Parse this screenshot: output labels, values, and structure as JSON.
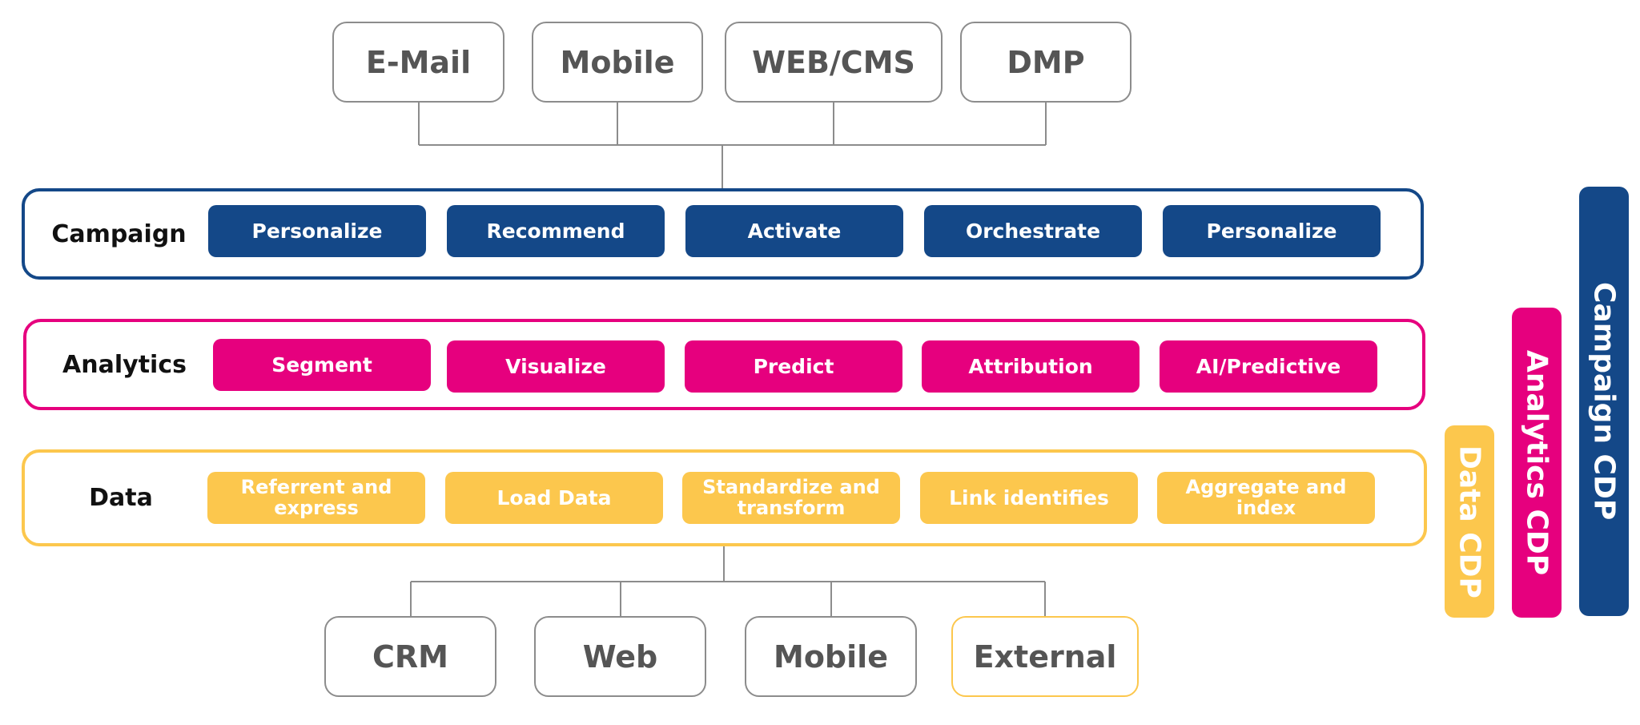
{
  "outputs": [
    "E-Mail",
    "Mobile",
    "WEB/CMS",
    "DMP"
  ],
  "inputs": [
    "CRM",
    "Web",
    "Mobile",
    "External"
  ],
  "layers": {
    "campaign": {
      "label": "Campaign",
      "items": [
        "Personalize",
        "Recommend",
        "Activate",
        "Orchestrate",
        "Personalize"
      ]
    },
    "analytics": {
      "label": "Analytics",
      "items": [
        "Segment",
        "Visualize",
        "Predict",
        "Attribution",
        "AI/Predictive"
      ]
    },
    "data": {
      "label": "Data",
      "items": [
        "Referrent and express",
        "Load Data",
        "Standardize and transform",
        "Link identifies",
        "Aggregate and index"
      ]
    }
  },
  "cdp_bars": {
    "data": "Data CDP",
    "analytics": "Analytics CDP",
    "campaign": "Campaign CDP"
  },
  "colors": {
    "campaign": "#144888",
    "analytics": "#e6007e",
    "data": "#fcc74d",
    "connector": "#8c8c8c"
  }
}
